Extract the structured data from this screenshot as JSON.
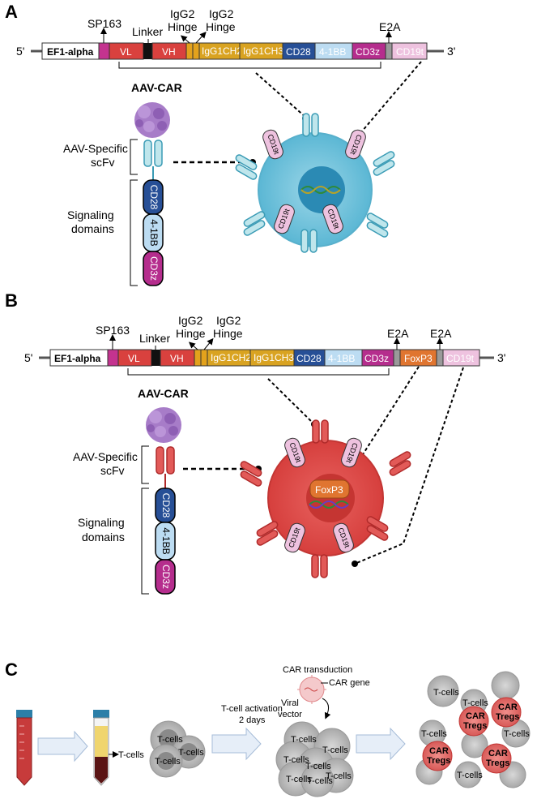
{
  "panels": {
    "a": "A",
    "b": "B",
    "c": "C"
  },
  "construct_a": {
    "five_prime": "5'",
    "three_prime": "3'",
    "promoter": "EF1-alpha",
    "vl": "VL",
    "vh": "VH",
    "ch2": "IgG1CH2",
    "ch3": "IgG1CH3",
    "cd28": "CD28",
    "bb": "4-1BB",
    "cd3z": "CD3z",
    "cd19t": "CD19t",
    "sp163": "SP163",
    "linker": "Linker",
    "hinge1": "IgG2\nHinge",
    "hinge2": "IgG2\nHinge",
    "e2a": "E2A"
  },
  "construct_b": {
    "five_prime": "5'",
    "three_prime": "3'",
    "promoter": "EF1-alpha",
    "vl": "VL",
    "vh": "VH",
    "ch2": "IgG1CH2",
    "ch3": "IgG1CH3",
    "cd28": "CD28",
    "bb": "4-1BB",
    "cd3z": "CD3z",
    "foxp3": "FoxP3",
    "cd19t": "CD19t",
    "sp163": "SP163",
    "linker": "Linker",
    "hinge1": "IgG2\nHinge",
    "hinge2": "IgG2\nHinge",
    "e2a_1": "E2A",
    "e2a_2": "E2A"
  },
  "car_a": {
    "aav": "AAV-CAR",
    "scfv_1": "AAV-Specific",
    "scfv_2": "scFv",
    "sig_1": "Signaling",
    "sig_2": "domains",
    "cd28": "CD28",
    "bb": "4-1BB",
    "cd3z": "CD3z",
    "cell_cd19t": "CD19t"
  },
  "car_b": {
    "aav": "AAV-CAR",
    "scfv_1": "AAV-Specific",
    "scfv_2": "scFv",
    "sig_1": "Signaling",
    "sig_2": "domains",
    "cd28": "CD28",
    "bb": "4-1BB",
    "cd3z": "CD3z",
    "cell_cd19t": "CD19t",
    "nucleus": "FoxP3"
  },
  "workflow": {
    "tcells_arrow": "T-cells",
    "tcell": "T-cells",
    "activation_1": "T-cell activation",
    "activation_2": "2 days",
    "transduction": "CAR transduction",
    "car_gene": "CAR gene",
    "viral_1": "Viral",
    "viral_2": "vector",
    "car_1": "CAR",
    "car_2": "Tregs"
  },
  "colors": {
    "vl": "#d9413e",
    "vh": "#d9413e",
    "sp163": "#c4338f",
    "linker": "#111111",
    "hinge": "#e3a21c",
    "igg": "#d9a321",
    "cd28": "#274f96",
    "bb": "#bcdcf2",
    "cd3z": "#b52d8d",
    "cd19t": "#eec2df",
    "e2a": "#9a9a9a",
    "foxp3": "#e07530",
    "cellA": "#7cc8dd",
    "cellB": "#e0504e"
  }
}
